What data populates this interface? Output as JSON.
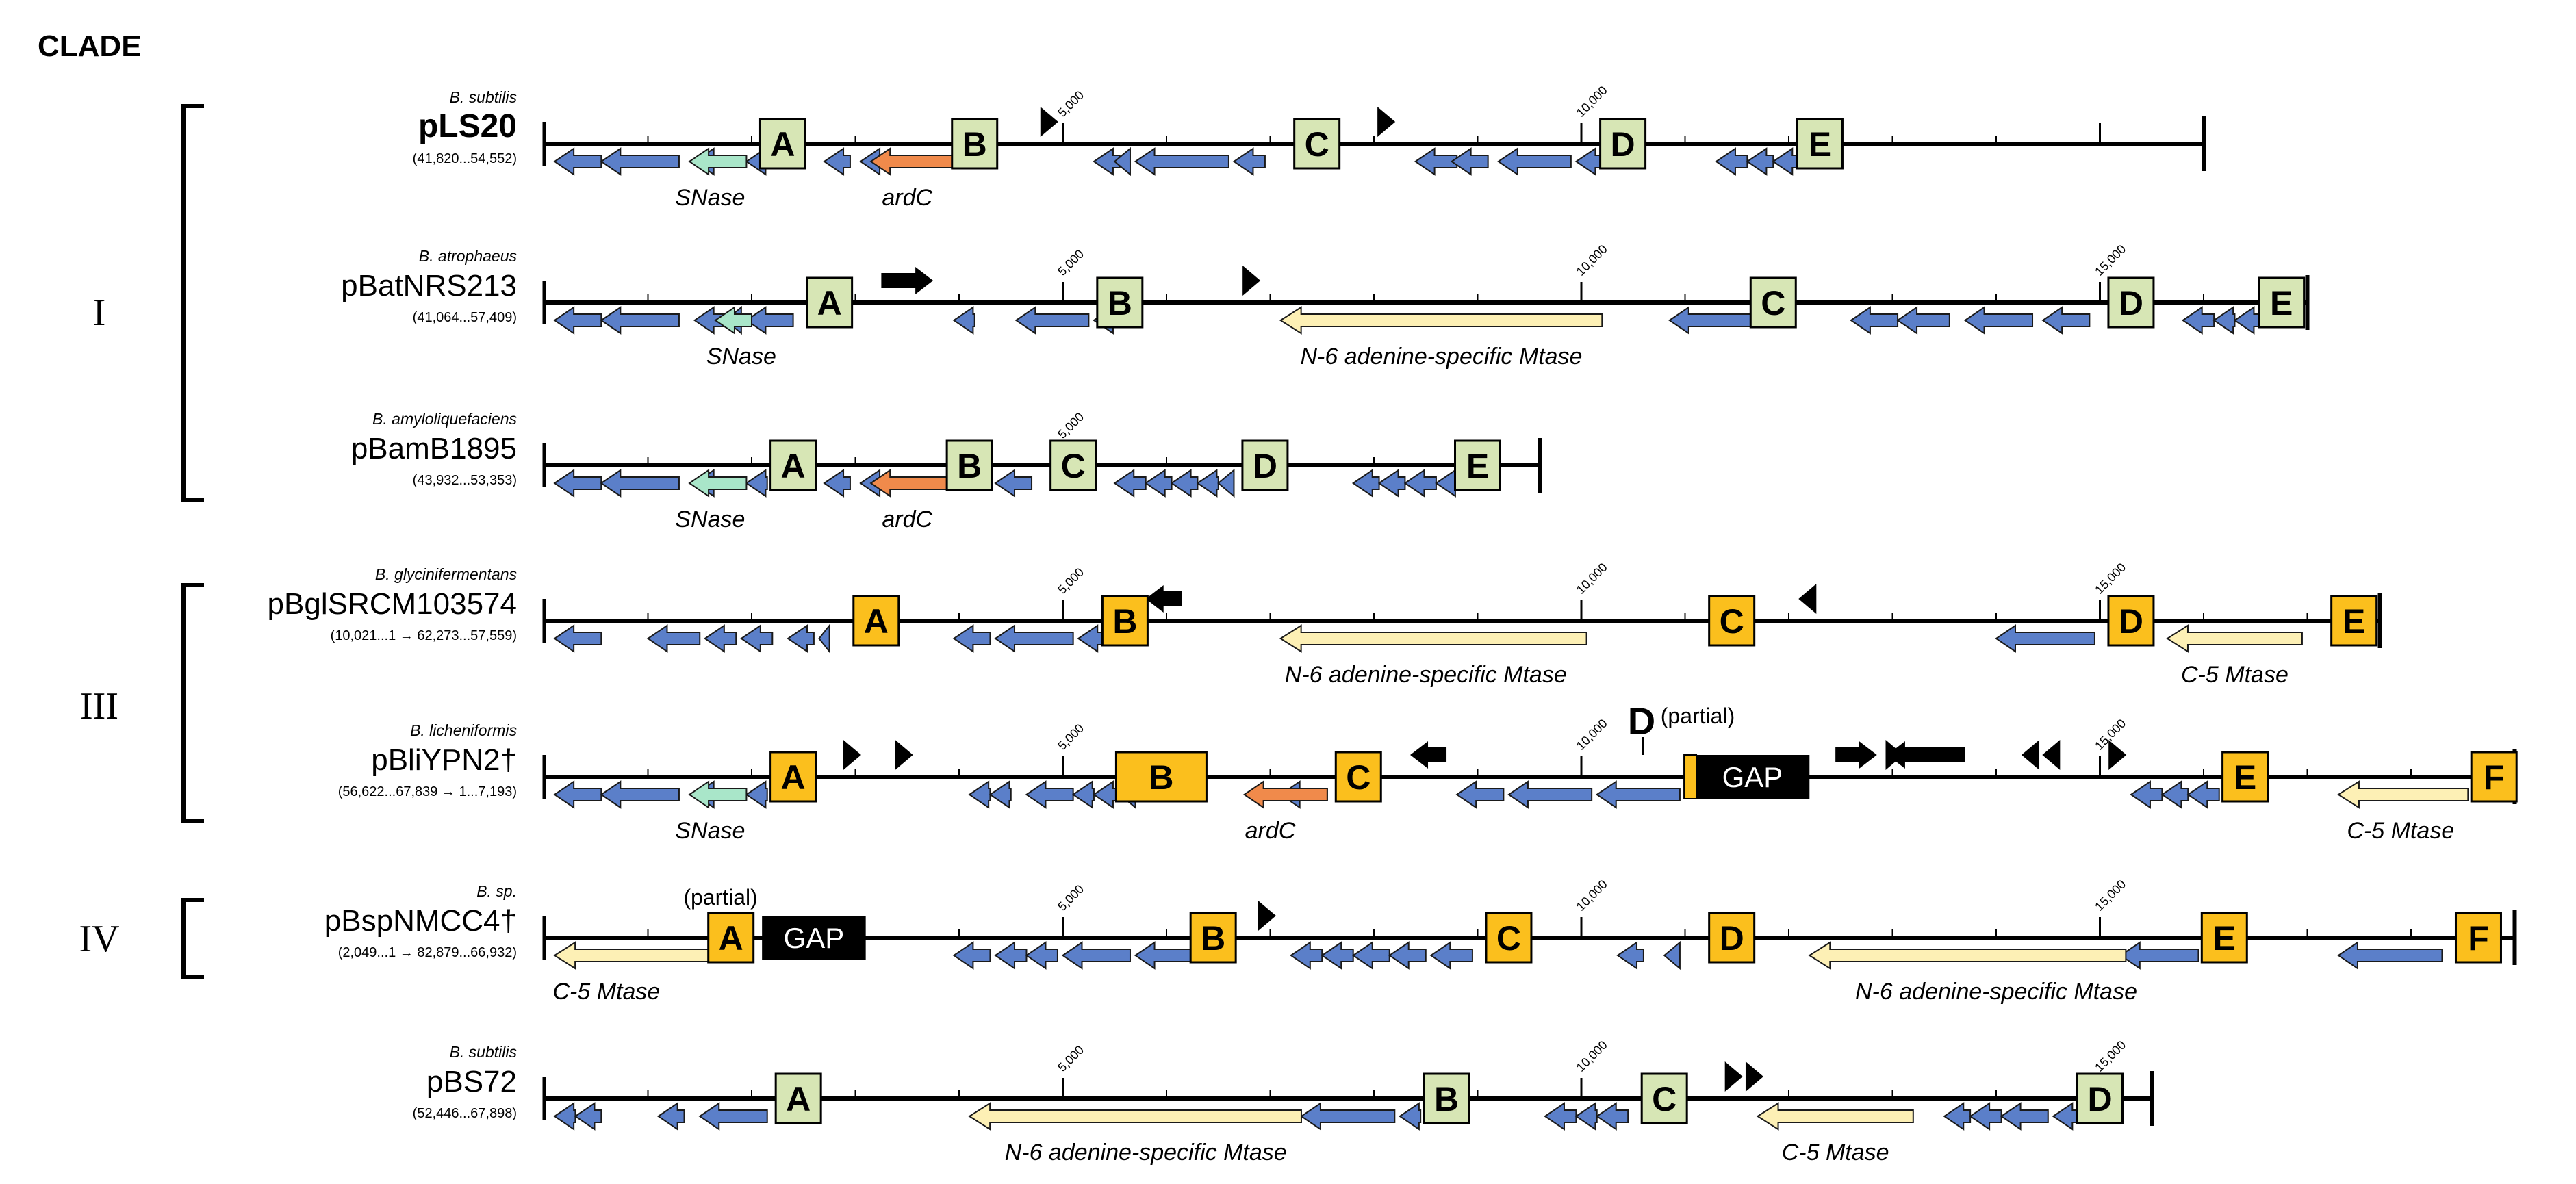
{
  "header": "CLADE",
  "colors": {
    "orf": "#5b7fc9",
    "snase": "#a9e6c9",
    "ardc": "#f08a4b",
    "mtase": "#fdf0b5",
    "box_clade1": "#d7e6b5",
    "box_clade3": "#fbbf1d",
    "black": "#000000"
  },
  "clades": [
    {
      "label": "I"
    },
    {
      "label": "III"
    },
    {
      "label": "IV"
    }
  ],
  "tracks": [
    {
      "species": "B. subtilis",
      "name": "pLS20",
      "bold": true,
      "range": "(41,820...54,552)",
      "len": 16000,
      "ticks": [
        {
          "v": 5000,
          "t": "5,000"
        },
        {
          "v": 10000,
          "t": "10,000"
        }
      ],
      "boxes": [
        {
          "s": "A",
          "p": 2300
        },
        {
          "s": "B",
          "p": 4150
        },
        {
          "s": "C",
          "p": 7450
        },
        {
          "s": "D",
          "p": 10400
        },
        {
          "s": "E",
          "p": 12300
        }
      ],
      "orfs": [
        [
          100,
          550
        ],
        [
          550,
          1300
        ],
        [
          1450,
          1900
        ],
        [
          1950,
          2150
        ],
        [
          2700,
          2950
        ],
        [
          3050,
          3400
        ],
        [
          5300,
          5550
        ],
        [
          5500,
          5650
        ],
        [
          5700,
          6600
        ],
        [
          6650,
          6950
        ],
        [
          8400,
          8800
        ],
        [
          8750,
          9100
        ],
        [
          9200,
          9900
        ],
        [
          9950,
          10250
        ],
        [
          11300,
          11600
        ],
        [
          11600,
          11850
        ],
        [
          11850,
          12300
        ]
      ],
      "snase": [
        [
          1400,
          1950
        ]
      ],
      "ardc": [
        [
          3150,
          3950
        ]
      ],
      "mtase": [],
      "black_arrows": [],
      "black_tri": [
        {
          "p": 4850,
          "d": "r"
        },
        {
          "p": 8100,
          "d": "r"
        }
      ],
      "labels": [
        {
          "t": "SNase",
          "p": 1600
        },
        {
          "t": "ardC",
          "p": 3500
        }
      ],
      "gap": null,
      "partial_top": null,
      "partial_marker": null
    },
    {
      "species": "B. atrophaeus",
      "name": "pBatNRS213",
      "bold": false,
      "range": "(41,064...57,409)",
      "len": 17000,
      "ticks": [
        {
          "v": 5000,
          "t": "5,000"
        },
        {
          "v": 10000,
          "t": "10,000"
        },
        {
          "v": 15000,
          "t": "15,000"
        }
      ],
      "boxes": [
        {
          "s": "A",
          "p": 2750
        },
        {
          "s": "B",
          "p": 5550
        },
        {
          "s": "C",
          "p": 11850
        },
        {
          "s": "D",
          "p": 15300
        },
        {
          "s": "E",
          "p": 16750
        }
      ],
      "orfs": [
        [
          100,
          550
        ],
        [
          550,
          1300
        ],
        [
          1450,
          1750
        ],
        [
          1750,
          1900
        ],
        [
          1950,
          2400
        ],
        [
          3950,
          4150
        ],
        [
          4550,
          5250
        ],
        [
          5300,
          5550
        ],
        [
          10850,
          11800
        ],
        [
          12600,
          13050
        ],
        [
          13050,
          13550
        ],
        [
          13700,
          14350
        ],
        [
          14450,
          14900
        ],
        [
          15800,
          16100
        ],
        [
          16100,
          16300
        ],
        [
          16300,
          16750
        ]
      ],
      "snase": [
        [
          1650,
          2000
        ]
      ],
      "ardc": [],
      "mtase": [
        [
          7100,
          10200
        ]
      ],
      "black_arrows": [
        {
          "s": 3250,
          "e": 3750,
          "d": "r"
        }
      ],
      "black_tri": [
        {
          "p": 6800,
          "d": "r"
        }
      ],
      "labels": [
        {
          "t": "SNase",
          "p": 1900
        },
        {
          "t": "N-6 adenine-specific Mtase",
          "p": 8650
        }
      ],
      "gap": null,
      "partial_top": null,
      "partial_marker": null
    },
    {
      "species": "B. amyloliquefaciens",
      "name": "pBamB1895",
      "bold": false,
      "range": "(43,932...53,353)",
      "len": 9600,
      "ticks": [
        {
          "v": 5000,
          "t": "5,000"
        }
      ],
      "boxes": [
        {
          "s": "A",
          "p": 2400
        },
        {
          "s": "B",
          "p": 4100
        },
        {
          "s": "C",
          "p": 5100
        },
        {
          "s": "D",
          "p": 6950
        },
        {
          "s": "E",
          "p": 9000
        }
      ],
      "orfs": [
        [
          100,
          550
        ],
        [
          550,
          1300
        ],
        [
          1450,
          1900
        ],
        [
          1950,
          2150
        ],
        [
          2700,
          2950
        ],
        [
          3050,
          3400
        ],
        [
          4350,
          4700
        ],
        [
          5500,
          5800
        ],
        [
          5800,
          6050
        ],
        [
          6050,
          6300
        ],
        [
          6300,
          6500
        ],
        [
          6500,
          6650
        ],
        [
          7800,
          8050
        ],
        [
          8050,
          8300
        ],
        [
          8300,
          8600
        ],
        [
          8600,
          8850
        ]
      ],
      "snase": [
        [
          1400,
          1950
        ]
      ],
      "ardc": [
        [
          3150,
          3950
        ]
      ],
      "mtase": [],
      "black_arrows": [],
      "black_tri": [],
      "labels": [
        {
          "t": "SNase",
          "p": 1600
        },
        {
          "t": "ardC",
          "p": 3500
        }
      ],
      "gap": null,
      "partial_top": null,
      "partial_marker": null
    },
    {
      "species": "B. glycinifermentans",
      "name": "pBglSRCM103574",
      "bold": false,
      "range": "(10,021...1 → 62,273...57,559)",
      "len": 17700,
      "ticks": [
        {
          "v": 5000,
          "t": "5,000"
        },
        {
          "v": 10000,
          "t": "10,000"
        },
        {
          "v": 15000,
          "t": "15,000"
        }
      ],
      "boxes": [
        {
          "s": "A",
          "p": 3200
        },
        {
          "s": "B",
          "p": 5600
        },
        {
          "s": "C",
          "p": 11450
        },
        {
          "s": "D",
          "p": 15300
        },
        {
          "s": "E",
          "p": 17450
        }
      ],
      "orfs": [
        [
          100,
          550
        ],
        [
          1000,
          1500
        ],
        [
          1550,
          1850
        ],
        [
          1900,
          2200
        ],
        [
          2350,
          2600
        ],
        [
          2650,
          2750
        ],
        [
          3950,
          4300
        ],
        [
          4350,
          5100
        ],
        [
          5150,
          5500
        ],
        [
          14000,
          14950
        ]
      ],
      "snase": [],
      "ardc": [],
      "mtase": [
        [
          7100,
          10050
        ],
        [
          15650,
          16950
        ]
      ],
      "black_arrows": [
        {
          "s": 6150,
          "e": 5800,
          "d": "l"
        }
      ],
      "black_tri": [
        {
          "p": 12200,
          "d": "l"
        }
      ],
      "labels": [
        {
          "t": "N-6 adenine-specific Mtase",
          "p": 8500
        },
        {
          "t": "C-5 Mtase",
          "p": 16300
        }
      ],
      "gap": null,
      "partial_top": null,
      "partial_marker": null
    },
    {
      "species": "B. licheniformis",
      "name": "pBliYPN2†",
      "bold": false,
      "range": "(56,622...67,839 → 1...7,193)",
      "len": 19000,
      "ticks": [
        {
          "v": 5000,
          "t": "5,000"
        },
        {
          "v": 10000,
          "t": "10,000"
        },
        {
          "v": 15000,
          "t": "15,000"
        }
      ],
      "boxes": [
        {
          "s": "A",
          "p": 2400
        },
        {
          "s": "B",
          "p": 5950,
          "w": 0.085
        },
        {
          "s": "C",
          "p": 7850
        },
        {
          "s": "E",
          "p": 16400
        },
        {
          "s": "F",
          "p": 18800
        }
      ],
      "orfs": [
        [
          100,
          550
        ],
        [
          550,
          1300
        ],
        [
          1450,
          1900
        ],
        [
          1950,
          2150
        ],
        [
          4100,
          4300
        ],
        [
          4300,
          4500
        ],
        [
          4650,
          5100
        ],
        [
          5100,
          5300
        ],
        [
          5300,
          5550
        ],
        [
          5550,
          5700
        ],
        [
          7100,
          7550
        ],
        [
          8800,
          9250
        ],
        [
          9300,
          10100
        ],
        [
          10150,
          10950
        ],
        [
          15300,
          15600
        ],
        [
          15600,
          15850
        ],
        [
          15850,
          16150
        ]
      ],
      "snase": [
        [
          1400,
          1950
        ]
      ],
      "ardc": [
        [
          6750,
          7550
        ]
      ],
      "mtase": [
        [
          17300,
          18550
        ]
      ],
      "black_arrows": [
        {
          "s": 8700,
          "e": 8350,
          "d": "l"
        },
        {
          "s": 12450,
          "e": 12850,
          "d": "r"
        },
        {
          "s": 13700,
          "e": 12950,
          "d": "l"
        }
      ],
      "black_tri": [
        {
          "p": 2950,
          "d": "r"
        },
        {
          "p": 3450,
          "d": "r"
        },
        {
          "p": 13000,
          "d": "r"
        },
        {
          "p": 14350,
          "d": "l"
        },
        {
          "p": 14550,
          "d": "l"
        },
        {
          "p": 15150,
          "d": "r"
        }
      ],
      "labels": [
        {
          "t": "SNase",
          "p": 1600
        },
        {
          "t": "ardC",
          "p": 7000
        },
        {
          "t": "C-5 Mtase",
          "p": 17900
        }
      ],
      "gap": {
        "t": "GAP",
        "s": 11100,
        "e": 12200
      },
      "partial_top": {
        "s": "D",
        "p": 10500,
        "note": "(partial)"
      },
      "partial_marker": {
        "p": 11050
      }
    },
    {
      "species": "B. sp.",
      "name": "pBspNMCC4†",
      "bold": false,
      "range": "(2,049...1 → 82,879...66,932)",
      "len": 19000,
      "ticks": [
        {
          "v": 5000,
          "t": "5,000"
        },
        {
          "v": 10000,
          "t": "10,000"
        },
        {
          "v": 15000,
          "t": "15,000"
        }
      ],
      "boxes": [
        {
          "s": "A",
          "p": 1800
        },
        {
          "s": "B",
          "p": 6450
        },
        {
          "s": "C",
          "p": 9300
        },
        {
          "s": "D",
          "p": 11450
        },
        {
          "s": "E",
          "p": 16200
        },
        {
          "s": "F",
          "p": 18650
        }
      ],
      "orfs": [
        [
          3950,
          4300
        ],
        [
          4350,
          4650
        ],
        [
          4650,
          4950
        ],
        [
          5000,
          5650
        ],
        [
          5700,
          6300
        ],
        [
          7200,
          7500
        ],
        [
          7500,
          7800
        ],
        [
          7800,
          8150
        ],
        [
          8150,
          8500
        ],
        [
          8550,
          8950
        ],
        [
          10350,
          10600
        ],
        [
          10800,
          10950
        ],
        [
          15200,
          15950
        ],
        [
          17300,
          18300
        ]
      ],
      "snase": [],
      "ardc": [],
      "mtase": [
        [
          100,
          1650
        ],
        [
          12200,
          15250
        ]
      ],
      "black_arrows": [],
      "black_tri": [
        {
          "p": 6950,
          "d": "r"
        }
      ],
      "labels": [
        {
          "t": "C-5 Mtase",
          "p": 600
        },
        {
          "t": "N-6 adenine-specific Mtase",
          "p": 14000
        }
      ],
      "gap": {
        "t": "GAP",
        "s": 2100,
        "e": 3100
      },
      "partial_top": {
        "s": "",
        "p": 1700,
        "note": "(partial)"
      },
      "partial_marker": null
    },
    {
      "species": "B. subtilis",
      "name": "pBS72",
      "bold": false,
      "range": "(52,446...67,898)",
      "len": 15500,
      "ticks": [
        {
          "v": 5000,
          "t": "5,000"
        },
        {
          "v": 10000,
          "t": "10,000"
        },
        {
          "v": 15000,
          "t": "15,000"
        }
      ],
      "boxes": [
        {
          "s": "A",
          "p": 2450
        },
        {
          "s": "B",
          "p": 8700
        },
        {
          "s": "C",
          "p": 10800
        },
        {
          "s": "D",
          "p": 15000
        }
      ],
      "orfs": [
        [
          100,
          300
        ],
        [
          300,
          550
        ],
        [
          1100,
          1350
        ],
        [
          1500,
          2150
        ],
        [
          7300,
          8200
        ],
        [
          8250,
          8450
        ],
        [
          9650,
          9950
        ],
        [
          9950,
          10150
        ],
        [
          10150,
          10450
        ],
        [
          13500,
          13750
        ],
        [
          13750,
          14050
        ],
        [
          14050,
          14500
        ],
        [
          14550,
          14800
        ]
      ],
      "snase": [],
      "ardc": [],
      "mtase": [
        [
          4100,
          7300
        ],
        [
          11700,
          13200
        ]
      ],
      "black_arrows": [],
      "black_tri": [
        {
          "p": 11450,
          "d": "r"
        },
        {
          "p": 11650,
          "d": "r"
        }
      ],
      "labels": [
        {
          "t": "N-6 adenine-specific Mtase",
          "p": 5800
        },
        {
          "t": "C-5 Mtase",
          "p": 12450
        }
      ],
      "gap": null,
      "partial_top": null,
      "partial_marker": null
    }
  ]
}
